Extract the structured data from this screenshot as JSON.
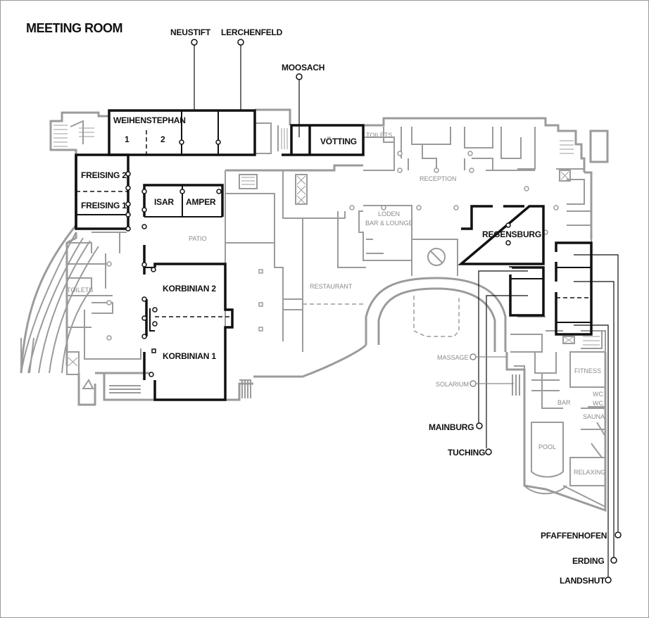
{
  "title": "MEETING ROOM",
  "rooms": {
    "weihenstephan": "WEIHENSTEPHAN",
    "weihenstephan_1": "1",
    "weihenstephan_2": "2",
    "neustift": "NEUSTIFT",
    "lerchenfeld": "LERCHENFELD",
    "moosach": "MOOSACH",
    "voetting": "VÖTTING",
    "freising2": "FREISING 2",
    "freising1": "FREISING 1",
    "isar": "ISAR",
    "amper": "AMPER",
    "korbinian2": "KORBINIAN 2",
    "korbinian1": "KORBINIAN 1",
    "regensburg": "REGENSBURG",
    "mainburg": "MAINBURG",
    "tuching": "TUCHING",
    "pfaffenhofen": "PFAFFENHOFEN",
    "erding": "ERDING",
    "landshut": "LANDSHUT"
  },
  "areas": {
    "toilets_left": "TOILETS",
    "toilets_top": "TOILETS",
    "reception": "RECEPTION",
    "loden_1": "LODEN",
    "loden_2": "BAR & LOUNGE",
    "patio": "PATIO",
    "restaurant": "RESTAURANT",
    "massage": "MASSAGE",
    "solarium": "SOLARIUM",
    "fitness": "FITNESS",
    "wc1": "WC",
    "wc2": "WC",
    "sauna": "SAUNA",
    "bar": "BAR",
    "pool": "POOL",
    "relaxing": "RELAXING"
  },
  "colors": {
    "meeting_room": "#111111",
    "building": "#9b9b9b",
    "background": "#ffffff"
  }
}
